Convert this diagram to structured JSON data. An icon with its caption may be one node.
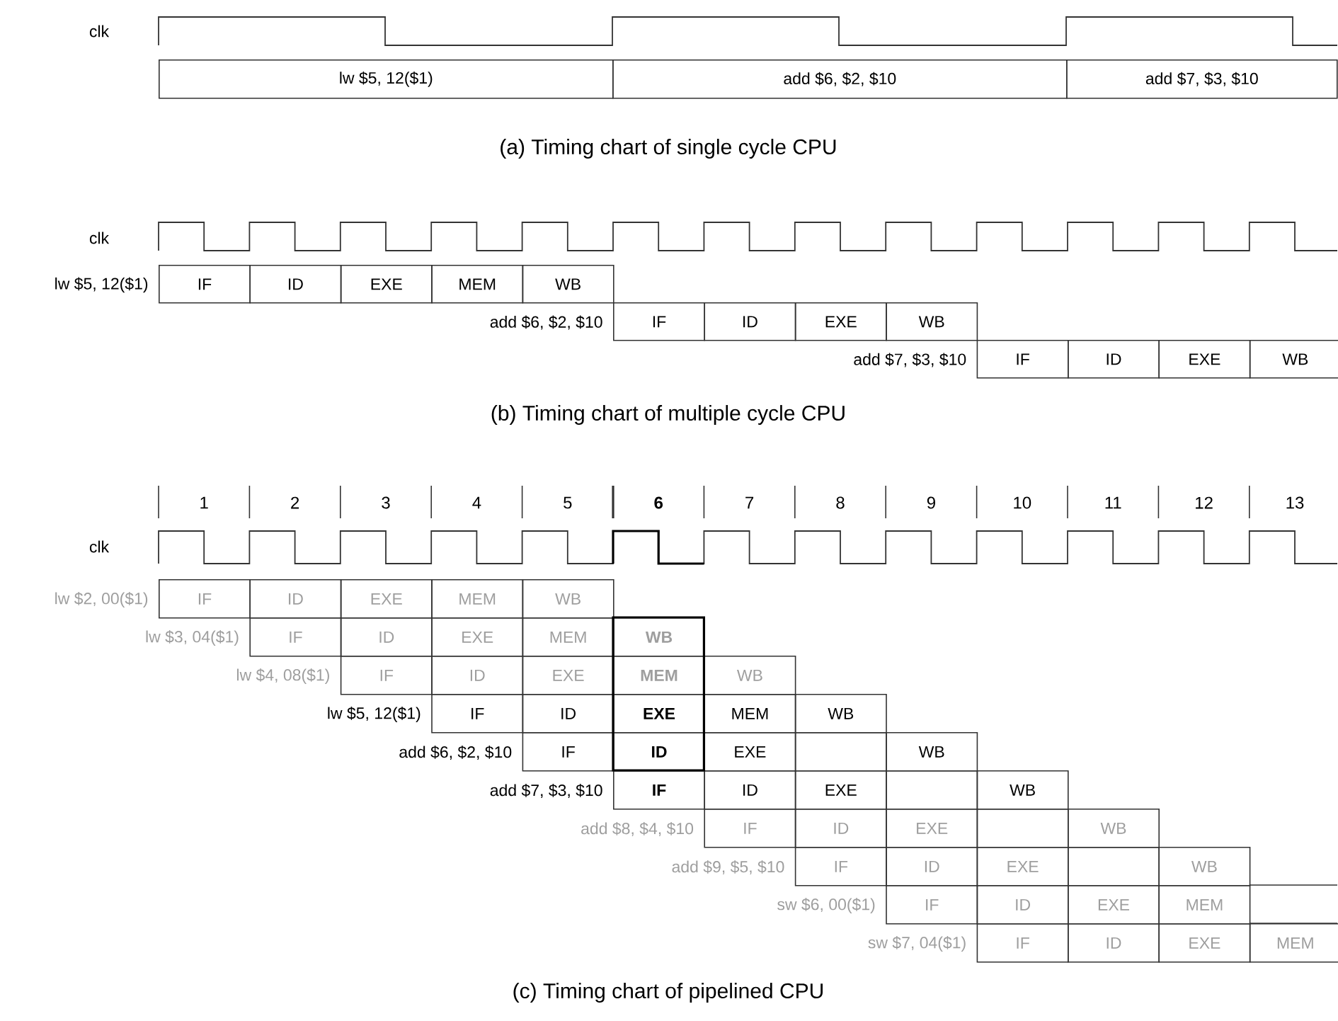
{
  "diagram": {
    "nodes": [
      {
        "text": [
          "lw $5, 12($1)"
        ]
      },
      {
        "text": [
          "add $6, $2, $10"
        ]
      },
      {
        "text": [
          "add $7, $3, $10"
        ]
      },
      {
        "text": [
          "IF"
        ],
        "beside": [
          "lw $5, 12($1)"
        ]
      },
      {
        "text": [
          "ID"
        ]
      },
      {
        "text": [
          "EXE"
        ]
      },
      {
        "text": [
          "MEM"
        ]
      },
      {
        "text": [
          "WB"
        ]
      },
      {
        "text": [
          "IF"
        ],
        "beside": [
          "add $6, $2, $10"
        ]
      },
      {
        "text": [
          "ID"
        ]
      },
      {
        "text": [
          "EXE"
        ]
      },
      {
        "text": [
          "WB"
        ]
      },
      {
        "text": [
          "IF"
        ],
        "beside": [
          "add $7, $3, $10"
        ]
      },
      {
        "text": [
          "ID"
        ]
      },
      {
        "text": [
          "EXE"
        ]
      },
      {
        "text": [
          "WB"
        ]
      },
      {
        "text": [
          "IF"
        ],
        "beside": [
          "lw $2, 00($1)"
        ]
      },
      {
        "text": [
          "ID"
        ]
      },
      {
        "text": [
          "EXE"
        ]
      },
      {
        "text": [
          "MEM"
        ]
      },
      {
        "text": [
          "WB"
        ]
      },
      {
        "text": [
          "IF"
        ],
        "beside": [
          "lw $3, 04($1)"
        ]
      },
      {
        "text": [
          "ID"
        ]
      },
      {
        "text": [
          "EXE"
        ]
      },
      {
        "text": [
          "MEM"
        ]
      },
      {
        "text": [
          "WB"
        ]
      },
      {
        "text": [
          "IF"
        ],
        "beside": [
          "lw $4, 08($1)"
        ]
      },
      {
        "text": [
          "ID"
        ]
      },
      {
        "text": [
          "EXE"
        ]
      },
      {
        "text": [
          "MEM"
        ]
      },
      {
        "text": [
          "WB"
        ]
      },
      {
        "text": [
          "IF"
        ],
        "beside": [
          "lw $5, 12($1)"
        ]
      },
      {
        "text": [
          "ID"
        ]
      },
      {
        "text": [
          "EXE"
        ]
      },
      {
        "text": [
          "MEM"
        ]
      },
      {
        "text": [
          "WB"
        ]
      },
      {
        "text": [
          "IF"
        ],
        "beside": [
          "add $6, $2, $10"
        ]
      },
      {
        "text": [
          "ID"
        ]
      },
      {
        "text": [
          "EXE"
        ]
      },
      {
        "text": [],
        "shape": "box"
      },
      {
        "text": [
          "WB"
        ]
      },
      {
        "text": [
          "IF"
        ],
        "beside": [
          "add $7, $3, $10"
        ]
      },
      {
        "text": [
          "ID"
        ]
      },
      {
        "text": [
          "EXE"
        ]
      },
      {
        "text": [],
        "shape": "box"
      },
      {
        "text": [
          "WB"
        ]
      },
      {
        "text": [
          "IF"
        ],
        "beside": [
          "add $8, $4, $10"
        ]
      },
      {
        "text": [
          "ID"
        ]
      },
      {
        "text": [
          "EXE"
        ]
      },
      {
        "text": [],
        "shape": "box"
      },
      {
        "text": [
          "WB"
        ]
      },
      {
        "text": [
          "IF"
        ],
        "beside": [
          "add $9, $5, $10"
        ]
      },
      {
        "text": [
          "ID"
        ]
      },
      {
        "text": [
          "EXE"
        ]
      },
      {
        "text": [],
        "shape": "box"
      },
      {
        "text": [
          "WB"
        ]
      },
      {
        "text": [
          "IF"
        ],
        "beside": [
          "sw $6, 00($1)"
        ]
      },
      {
        "text": [
          "ID"
        ]
      },
      {
        "text": [
          "EXE"
        ]
      },
      {
        "text": [
          "MEM"
        ]
      },
      {
        "text": [
          "IF"
        ],
        "beside": [
          "sw $7, 04($1)"
        ]
      },
      {
        "text": [
          "ID"
        ]
      },
      {
        "text": [
          "EXE"
        ]
      },
      {
        "text": [
          "MEM"
        ]
      }
    ],
    "labels": [
      "clk",
      "(a) Timing chart of single cycle CPU",
      "clk",
      "(b) Timing chart of multiple cycle CPU",
      "1",
      "2",
      "3",
      "4",
      "5",
      "6",
      "7",
      "8",
      "9",
      "10",
      "11",
      "12",
      "13",
      "clk",
      "(c) Timing chart of pipelined CPU"
    ]
  }
}
